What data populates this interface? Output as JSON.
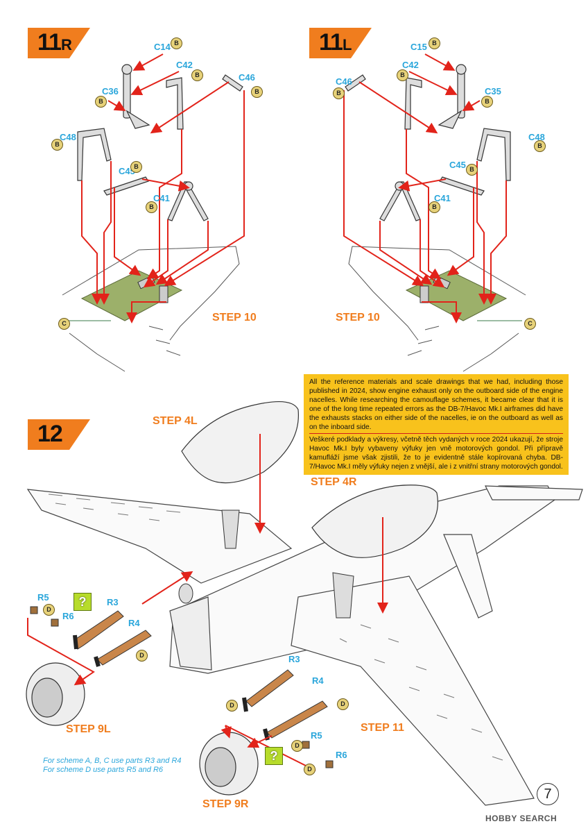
{
  "steps": {
    "s11r": {
      "num": "11",
      "suffix": "R"
    },
    "s11l": {
      "num": "11",
      "suffix": "L"
    },
    "s12": {
      "num": "12"
    }
  },
  "step_refs": {
    "step10_r": "STEP 10",
    "step10_l": "STEP 10",
    "step4l": "STEP 4L",
    "step4r": "STEP 4R",
    "step9l": "STEP 9L",
    "step11": "STEP 11",
    "step9r": "STEP 9R"
  },
  "parts_11r": {
    "c14": "C14",
    "c42": "C42",
    "c46": "C46",
    "c36": "C36",
    "c48": "C48",
    "c45": "C45",
    "c41": "C41"
  },
  "parts_11l": {
    "c15": "C15",
    "c42": "C42",
    "c46": "C46",
    "c35": "C35",
    "c48": "C48",
    "c45": "C45",
    "c41": "C41"
  },
  "parts_12": {
    "r5_l": "R5",
    "r6_l": "R6",
    "r3_l": "R3",
    "r4_l": "R4",
    "r3_r": "R3",
    "r4_r": "R4",
    "r5_r": "R5",
    "r6_r": "R6"
  },
  "sprues": {
    "b": "B",
    "c": "C",
    "d": "D"
  },
  "question_mark": "?",
  "note": {
    "en": "All the reference materials and scale drawings that we had, including those published in 2024, show engine exhaust only on the outboard side of the engine nacelles. While researching the camouflage schemes, it became clear that it is one of the long time repeated errors as the DB-7/Havoc Mk.I airframes did have the exhausts stacks on either side of the nacelles, ie on the outboard as well as on the inboard side.",
    "cz": "Veškeré podklady a výkresy, včetně těch vydaných v roce 2024 ukazují, že stroje Havoc Mk.I byly vybaveny výfuky jen vně motorových gondol. Při přípravě kamufláží jsme však zjistili, že to je evidentně stále kopírovaná chyba. DB-7/Havoc Mk.I měly výfuky nejen z vnější, ale i z vnitřní strany motorových gondol."
  },
  "scheme_note": {
    "line1": "For scheme A, B, C use parts R3 and R4",
    "line2": "For scheme D use parts R5 and R6"
  },
  "page_number": "7",
  "watermark": "HOBBY SEARCH",
  "colors": {
    "accent_orange": "#f07d1e",
    "part_blue": "#2aa6db",
    "arrow_red": "#e2231a",
    "note_yellow": "#f8c21c",
    "bay_green": "#9cb06a"
  }
}
